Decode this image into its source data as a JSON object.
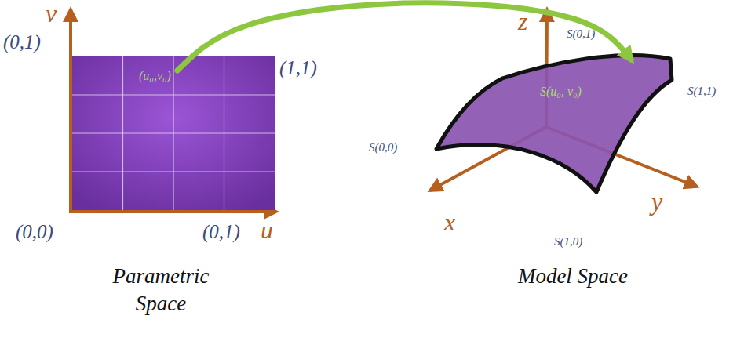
{
  "diagram": {
    "nodes": [
      {
        "text": [
          "(u₀,v₀)"
        ]
      },
      {
        "text": [
          "S(u₀, v₀)"
        ]
      }
    ],
    "edges": [
      {
        "from": 0,
        "to": 1,
        "arrow": "to"
      }
    ],
    "labels": [
      "v",
      "(0,1)",
      "(1,1)",
      "(0,0)",
      "(0,1)",
      "u",
      "Parametric Space",
      "z",
      "S(0,1)",
      "S(1,1)",
      "S(0,0)",
      "x",
      "y",
      "S(1,0)",
      "Model Space"
    ]
  }
}
